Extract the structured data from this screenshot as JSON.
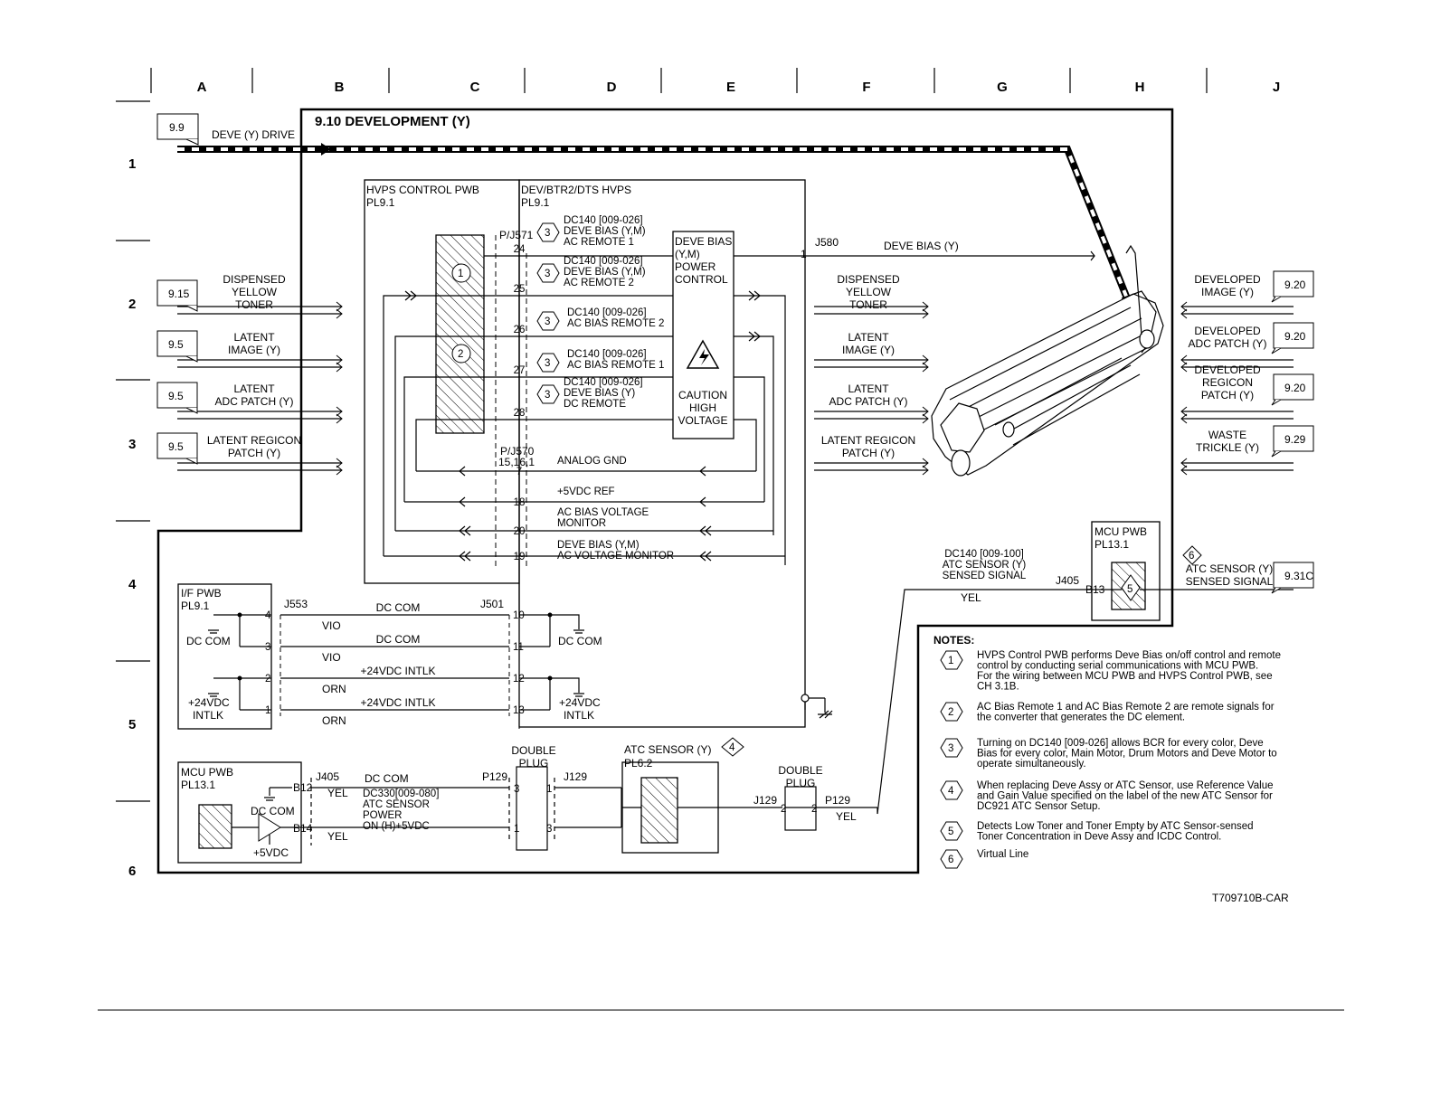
{
  "columns": [
    "A",
    "B",
    "C",
    "D",
    "E",
    "F",
    "G",
    "H",
    "J"
  ],
  "rows": [
    "1",
    "2",
    "3",
    "4",
    "5",
    "6"
  ],
  "title": "9.10 DEVELOPMENT (Y)",
  "drive": {
    "ref": "9.9",
    "label": "DEVE (Y) DRIVE"
  },
  "left_inputs": [
    {
      "ref": "9.15",
      "lines": [
        "DISPENSED",
        "YELLOW",
        "TONER"
      ]
    },
    {
      "ref": "9.5",
      "lines": [
        "LATENT",
        "IMAGE (Y)"
      ]
    },
    {
      "ref": "9.5",
      "lines": [
        "LATENT",
        "ADC PATCH (Y)"
      ]
    },
    {
      "ref": "9.5",
      "lines": [
        "LATENT REGICON",
        "PATCH (Y)"
      ]
    }
  ],
  "mid_outputs": [
    {
      "lines": [
        "DISPENSED",
        "YELLOW",
        "TONER"
      ]
    },
    {
      "lines": [
        "LATENT",
        "IMAGE (Y)"
      ]
    },
    {
      "lines": [
        "LATENT",
        "ADC PATCH (Y)"
      ]
    },
    {
      "lines": [
        "LATENT REGICON",
        "PATCH (Y)"
      ]
    }
  ],
  "right_outputs": [
    {
      "ref": "9.20",
      "lines": [
        "DEVELOPED",
        "IMAGE (Y)"
      ]
    },
    {
      "ref": "9.20",
      "lines": [
        "DEVELOPED",
        "ADC PATCH (Y)"
      ]
    },
    {
      "ref": "9.20",
      "lines": [
        "DEVELOPED",
        "REGICON",
        "PATCH (Y)"
      ]
    },
    {
      "ref": "9.29",
      "lines": [
        "WASTE",
        "TRICKLE (Y)"
      ]
    }
  ],
  "hvps_control": {
    "name": "HVPS CONTROL PWB",
    "pl": "PL9.1"
  },
  "dev_hvps": {
    "name": "DEV/BTR2/DTS HVPS",
    "pl": "PL9.1"
  },
  "pj571": "P/J571",
  "pj570": [
    "P/J570",
    "15,16,1"
  ],
  "pins_571": [
    "24",
    "25",
    "26",
    "27",
    "28"
  ],
  "pins_570": [
    "7",
    "18",
    "20",
    "19"
  ],
  "signals_571": [
    {
      "lines": [
        "DC140 [009-026]",
        "DEVE BIAS (Y,M)",
        "AC REMOTE 1"
      ]
    },
    {
      "lines": [
        "DC140 [009-026]",
        "DEVE BIAS (Y,M)",
        "AC REMOTE 2"
      ]
    },
    {
      "lines": [
        "DC140 [009-026]",
        "AC BIAS REMOTE 2"
      ]
    },
    {
      "lines": [
        "DC140 [009-026]",
        "AC BIAS REMOTE 1"
      ]
    },
    {
      "lines": [
        "DC140 [009-026]",
        "DEVE BIAS (Y)",
        "DC REMOTE"
      ]
    }
  ],
  "signals_570": [
    {
      "lines": [
        "ANALOG GND"
      ]
    },
    {
      "lines": [
        "+5VDC REF"
      ]
    },
    {
      "lines": [
        "AC BIAS VOLTAGE",
        "MONITOR"
      ]
    },
    {
      "lines": [
        "DEVE BIAS (Y,M)",
        "AC VOLTAGE MONITOR"
      ]
    }
  ],
  "deve_bias_box": [
    "DEVE BIAS",
    "(Y,M)",
    "POWER",
    "CONTROL"
  ],
  "caution": [
    "CAUTION",
    "HIGH",
    "VOLTAGE"
  ],
  "j580": {
    "conn": "J580",
    "pin": "1",
    "label": "DEVE BIAS (Y)"
  },
  "if_pwb": {
    "name": "I/F PWB",
    "pl": "PL9.1",
    "j553": "J553",
    "j501": "J501",
    "pins_left": [
      "4",
      "3",
      "2",
      "1"
    ],
    "pins_right": [
      "10",
      "11",
      "12",
      "13"
    ],
    "wires": [
      {
        "top": "DC COM",
        "bottom": "VIO"
      },
      {
        "top": "DC COM",
        "bottom": "VIO"
      },
      {
        "top": "+24VDC INTLK",
        "bottom": "ORN"
      },
      {
        "top": "+24VDC INTLK",
        "bottom": "ORN"
      }
    ],
    "dc_com": "DC COM",
    "intlk": [
      "+24VDC",
      "INTLK"
    ]
  },
  "mcu_pwb_low": {
    "name": "MCU PWB",
    "pl": "PL13.1",
    "j405": "J405",
    "b12": "B12",
    "b14": "B14",
    "dc_com": "DC COM",
    "v5": "+5VDC",
    "yel": "YEL",
    "signal_top": "DC COM",
    "signal": [
      "DC330[009-080]",
      "ATC SENSOR",
      "POWER",
      "ON (H)+5VDC"
    ],
    "p129": "P129",
    "j129": "J129",
    "pins_top": [
      "3",
      "1"
    ],
    "pins_bot": [
      "1",
      "3"
    ]
  },
  "double_plug": [
    "DOUBLE",
    "PLUG"
  ],
  "atc_sensor": {
    "name": "ATC SENSOR (Y)",
    "pl": "PL6.2",
    "note": "4"
  },
  "double_plug2": {
    "lines": [
      "DOUBLE",
      "PLUG"
    ],
    "j129": "J129",
    "p129": "P129",
    "pin": "2",
    "yel": "YEL"
  },
  "mcu_pwb_top": {
    "name": "MCU PWB",
    "pl": "PL13.1",
    "j405": "J405",
    "b13": "B13"
  },
  "dc140_sensed": [
    "DC140 [009-100]",
    "ATC SENSOR (Y)",
    "SENSED SIGNAL"
  ],
  "yel": "YEL",
  "atc_out": {
    "ref": "9.31C",
    "lines": [
      "ATC SENSOR (Y)",
      "SENSED SIGNAL"
    ],
    "virtual": "6"
  },
  "notes_title": "NOTES:",
  "notes": [
    {
      "num": "1",
      "lines": [
        "HVPS Control PWB performs Deve Bias on/off control and remote",
        "control by conducting serial communications with MCU PWB.",
        "For the wiring between MCU PWB and HVPS Control PWB, see",
        "CH 3.1B."
      ]
    },
    {
      "num": "2",
      "lines": [
        "AC Bias Remote 1 and AC Bias Remote 2 are remote signals for",
        "the converter that generates the DC element."
      ]
    },
    {
      "num": "3",
      "lines": [
        "Turning on DC140 [009-026] allows BCR for every color, Deve",
        "Bias for every color, Main Motor, Drum Motors and Deve Motor to",
        "operate simultaneously."
      ]
    },
    {
      "num": "4",
      "lines": [
        "When replacing Deve Assy or ATC Sensor, use Reference Value",
        "and Gain Value specified on the label of the new ATC Sensor for",
        "DC921 ATC Sensor Setup."
      ]
    },
    {
      "num": "5",
      "lines": [
        "Detects Low Toner and Toner Empty by ATC Sensor-sensed",
        "Toner Concentration in Deve Assy and ICDC Control."
      ]
    },
    {
      "num": "6",
      "lines": [
        "Virtual Line"
      ]
    }
  ],
  "figure_id": "T709710B-CAR"
}
